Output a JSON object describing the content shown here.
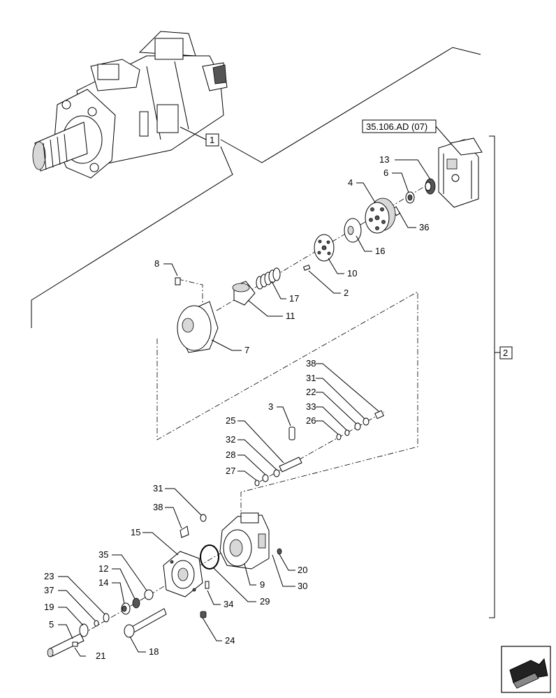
{
  "reference_label": "35.106.AD (07)",
  "callouts": {
    "c1": "1",
    "c2": "2",
    "c3": "3",
    "c4": "4",
    "c5": "5",
    "c6": "6",
    "c7": "7",
    "c8": "8",
    "c9": "9",
    "c10": "10",
    "c11": "11",
    "c12": "12",
    "c13": "13",
    "c14": "14",
    "c15": "15",
    "c16": "16",
    "c17": "17",
    "c18": "18",
    "c19": "19",
    "c20": "20",
    "c21": "21",
    "c22": "22",
    "c23": "23",
    "c24": "24",
    "c25": "25",
    "c26": "26",
    "c27": "27",
    "c28": "28",
    "c29": "29",
    "c30": "30",
    "c31a": "31",
    "c31b": "31",
    "c32": "32",
    "c33": "33",
    "c34": "34",
    "c35": "35",
    "c36": "36",
    "c37": "37",
    "c38a": "38",
    "c38b": "38"
  },
  "nav": {
    "icon": "next-page-arrow-icon"
  }
}
